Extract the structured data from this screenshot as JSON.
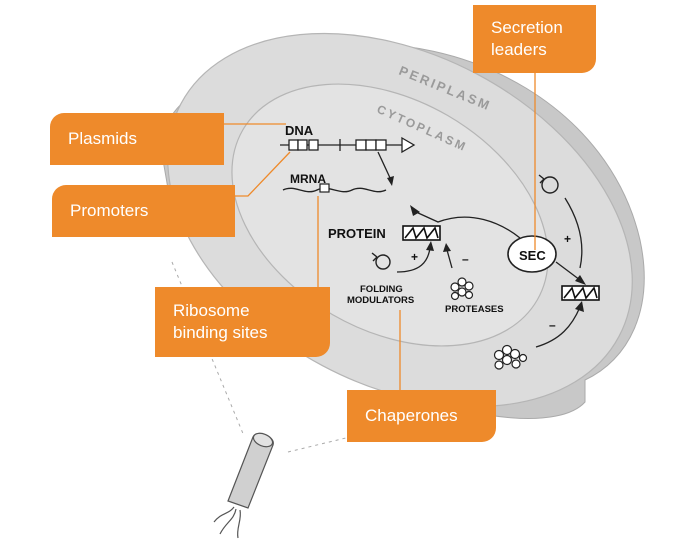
{
  "regions": {
    "periplasm": "PERIPLASM",
    "cytoplasm": "CYTOPLASM"
  },
  "molecules": {
    "dna": "DNA",
    "mrna": "MRNA",
    "protein": "PROTEIN",
    "sec": "SEC",
    "folding_modulators_line1": "FOLDING",
    "folding_modulators_line2": "MODULATORS",
    "proteases": "PROTEASES"
  },
  "signs": {
    "plus": "+",
    "minus": "–"
  },
  "callouts": {
    "secretion_leaders": "Secretion\nleaders",
    "plasmids": "Plasmids",
    "promoters": "Promoters",
    "ribosome_binding_sites": "Ribosome\nbinding sites",
    "chaperones": "Chaperones"
  },
  "colors": {
    "callout_orange": "#ee8a2b",
    "disc_fill": "#dcdcdc",
    "disc_rim": "#c8c8c8",
    "outline": "#222222",
    "leader_line": "#ee8a2b",
    "region_label": "#9a9a9a"
  }
}
